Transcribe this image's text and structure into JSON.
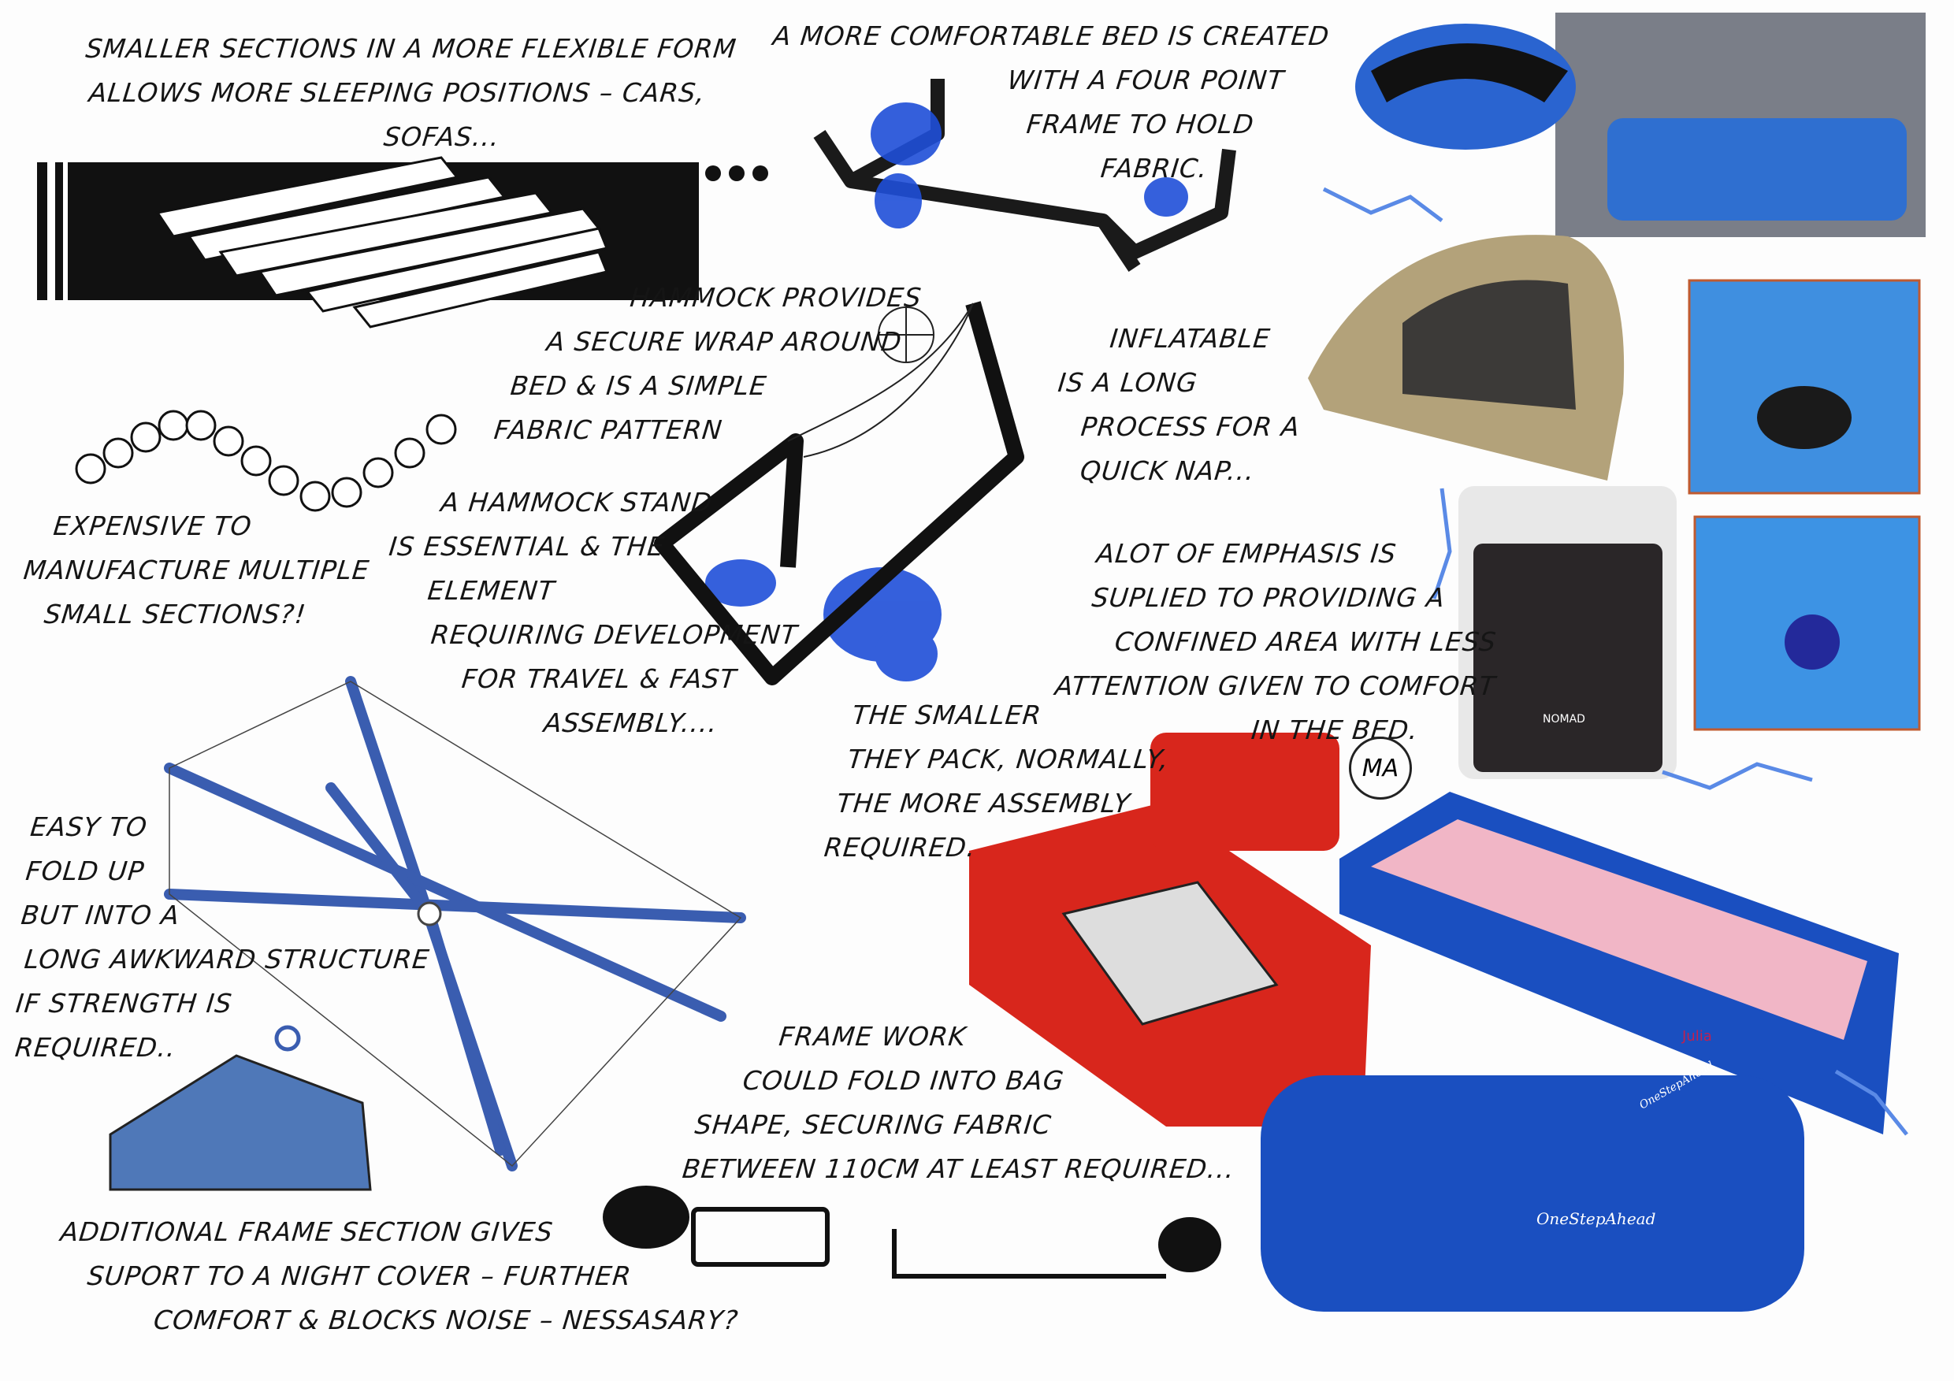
{
  "annotations": {
    "flexible_sections": [
      "Smaller sections in a more flexible form",
      "allows more sleeping positions – cars,",
      "sofas..."
    ],
    "comfortable_bed_title": "A more comfortable bed is created",
    "comfortable_bed": [
      "with a four point",
      "frame to hold",
      "fabric."
    ],
    "hammock": [
      "Hammock provides",
      "a secure wrap around",
      "bed & is a simple",
      "fabric pattern"
    ],
    "expensive": [
      "Expensive to",
      "manufacture multiple",
      "small sections?!"
    ],
    "hammock_stand": [
      "A hammock stand",
      "is essential & the",
      "element",
      "requiring development",
      "for travel & fast",
      "assembly...."
    ],
    "inflatable": [
      "Inflatable",
      "is a long",
      "process for a",
      "quick nap..."
    ],
    "emphasis": [
      "Alot of emphasis is",
      "suplied to providing a",
      "confined area with less",
      "attention given to comfort",
      "in the bed."
    ],
    "smaller_pack": [
      "The smaller",
      "they pack, normally,",
      "the more assembly",
      "required."
    ],
    "easy_fold": [
      "Easy to",
      "fold up",
      "but into a",
      "long awkward structure",
      "if strength is",
      "required.."
    ],
    "frame_work": [
      "Frame work",
      "could fold into bag",
      "shape, securing fabric",
      "between 110cm at least required..."
    ],
    "additional_frame": [
      "Additional frame section gives",
      "suport to a night cover – further",
      "comfort & blocks noise – nessasary?"
    ],
    "initials": "MA"
  },
  "photo_labels": {
    "nomad": "NOMAD",
    "name_tag": "Julia",
    "brand_bed": "OneStepAhead",
    "brand_bag": "OneStepAhead"
  },
  "colors": {
    "ink": "#151515",
    "blue_marker": "#1f4fd8",
    "product_blue": "#1a4fc0",
    "red_bed": "#d8261c",
    "tent_beige": "#b3a27a"
  }
}
